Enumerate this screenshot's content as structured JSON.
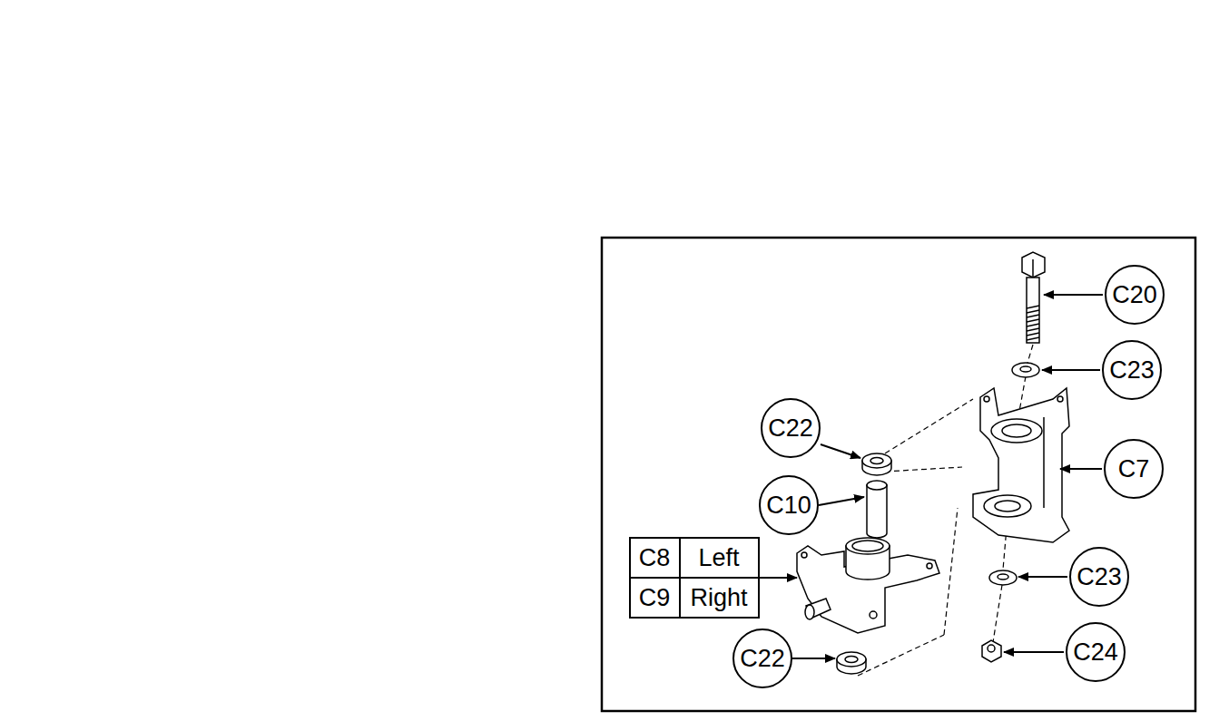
{
  "diagram": {
    "nodes": [
      {
        "text": [
          "C20"
        ]
      },
      {
        "text": [
          "C23"
        ]
      },
      {
        "text": [
          "C22"
        ]
      },
      {
        "text": [
          "C7"
        ]
      },
      {
        "text": [
          "C10"
        ]
      },
      {
        "text": [
          "C23"
        ]
      },
      {
        "text": [
          "C24"
        ]
      },
      {
        "text": [
          "C22"
        ]
      }
    ],
    "labels": [
      "C8",
      "Left",
      "C9",
      "Right"
    ]
  }
}
